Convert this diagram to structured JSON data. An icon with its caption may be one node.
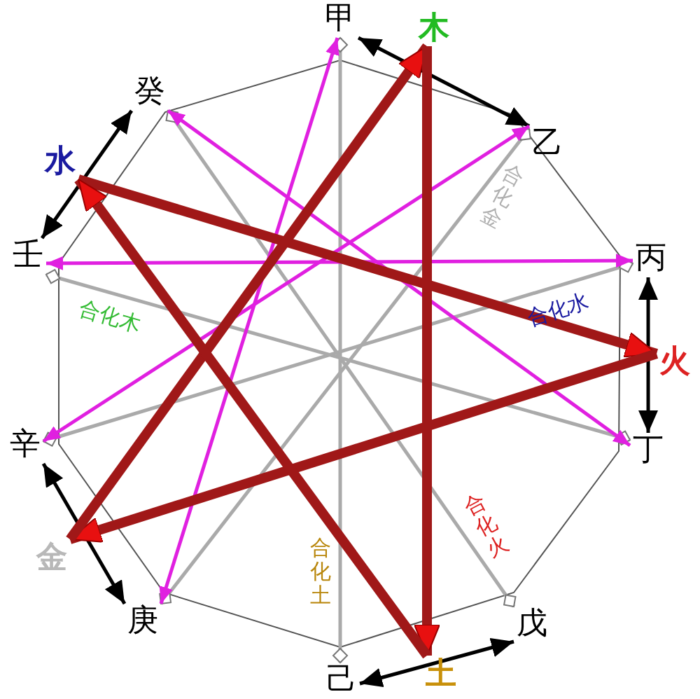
{
  "diagram": {
    "nodes": [
      {
        "text": [
          "甲"
        ]
      },
      {
        "text": [
          "乙"
        ]
      },
      {
        "text": [
          "丙"
        ]
      },
      {
        "text": [
          "丁"
        ]
      },
      {
        "text": [
          "戊"
        ]
      },
      {
        "text": [
          "己"
        ]
      },
      {
        "text": [
          "庚"
        ]
      },
      {
        "text": [
          "辛"
        ]
      },
      {
        "text": [
          "壬"
        ]
      },
      {
        "text": [
          "癸"
        ]
      },
      {
        "text": [
          "木"
        ]
      },
      {
        "text": [
          "火"
        ]
      },
      {
        "text": [
          "土"
        ]
      },
      {
        "text": [
          "金"
        ]
      },
      {
        "text": [
          "水"
        ]
      }
    ],
    "edges": [
      {
        "from": 0,
        "to": 1,
        "arrow": "both"
      },
      {
        "from": 2,
        "to": 3,
        "arrow": "both"
      },
      {
        "from": 4,
        "to": 5,
        "arrow": "both"
      },
      {
        "from": 6,
        "to": 7,
        "arrow": "both"
      },
      {
        "from": 8,
        "to": 9,
        "arrow": "both"
      },
      {
        "from": 0,
        "to": 5,
        "arrow": "other",
        "color": "#aaaaaa",
        "label": "合化土"
      },
      {
        "from": 1,
        "to": 6,
        "arrow": "other",
        "color": "#aaaaaa",
        "label": "合化金"
      },
      {
        "from": 2,
        "to": 7,
        "arrow": "other",
        "color": "#aaaaaa",
        "label": "合化水"
      },
      {
        "from": 3,
        "to": 8,
        "arrow": "other",
        "color": "#aaaaaa",
        "label": "合化木"
      },
      {
        "from": 4,
        "to": 9,
        "arrow": "other",
        "color": "#aaaaaa",
        "label": "合化火"
      },
      {
        "from": 0,
        "to": 6,
        "arrow": "both",
        "color": "#e020e0"
      },
      {
        "from": 1,
        "to": 7,
        "arrow": "both",
        "color": "#e020e0"
      },
      {
        "from": 2,
        "to": 8,
        "arrow": "both",
        "color": "#e020e0"
      },
      {
        "from": 3,
        "to": 9,
        "arrow": "both",
        "color": "#e020e0"
      },
      {
        "from": 14,
        "to": 11,
        "arrow": "to",
        "color": "#a01818",
        "style": "thick"
      },
      {
        "from": 11,
        "to": 13,
        "arrow": "to",
        "color": "#a01818",
        "style": "thick"
      },
      {
        "from": 13,
        "to": 10,
        "arrow": "to",
        "color": "#a01818",
        "style": "thick"
      },
      {
        "from": 10,
        "to": 12,
        "arrow": "to",
        "color": "#a01818",
        "style": "thick"
      },
      {
        "from": 12,
        "to": 14,
        "arrow": "to",
        "color": "#a01818",
        "style": "thick"
      }
    ]
  }
}
